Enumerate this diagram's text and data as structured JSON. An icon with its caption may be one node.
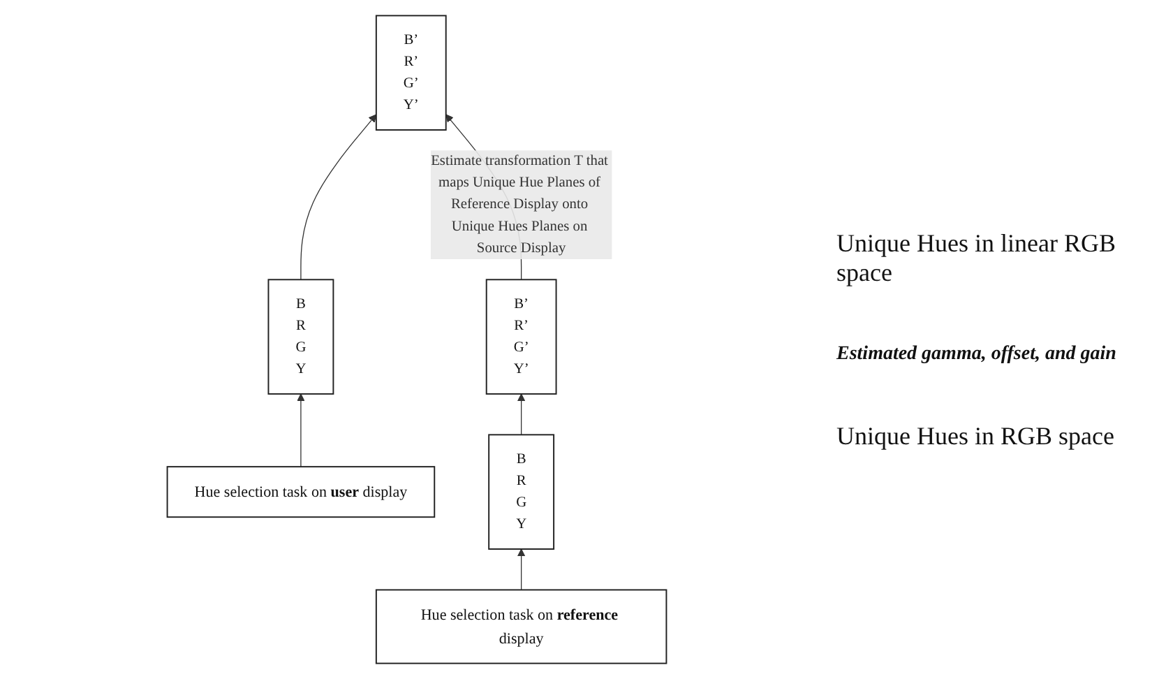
{
  "diagram": {
    "nodes": [
      {
        "text": [
          "B’",
          "R’",
          "G’",
          "Y’"
        ]
      },
      {
        "text": [
          "B’",
          "R’",
          "G’",
          "Y’"
        ]
      },
      {
        "text": [
          "B",
          "R",
          "G",
          "Y"
        ]
      },
      {
        "text": [
          "B",
          "R",
          "G",
          "Y"
        ]
      },
      {
        "text": [
          "Hue selection task on **reference** display"
        ]
      },
      {
        "text": [
          "Hue selection task on **user** display"
        ]
      }
    ],
    "edges": [
      {
        "from": 4,
        "to": 2,
        "arrow": "to"
      },
      {
        "from": 2,
        "to": 0,
        "arrow": "to"
      },
      {
        "from": 5,
        "to": 3,
        "arrow": "to"
      },
      {
        "from": 3,
        "to": 1,
        "arrow": "to"
      },
      {
        "from": 0,
        "to": 1,
        "arrow": "to",
        "label": "Estimate transformation T that maps Unique Hue Planes of Reference Display onto Unique Hues Planes on Source Display"
      }
    ],
    "labels": [
      "Unique Hues in linear RGB space",
      "Estimated gamma, offset, and gain",
      "Unique Hues in RGB space"
    ]
  }
}
